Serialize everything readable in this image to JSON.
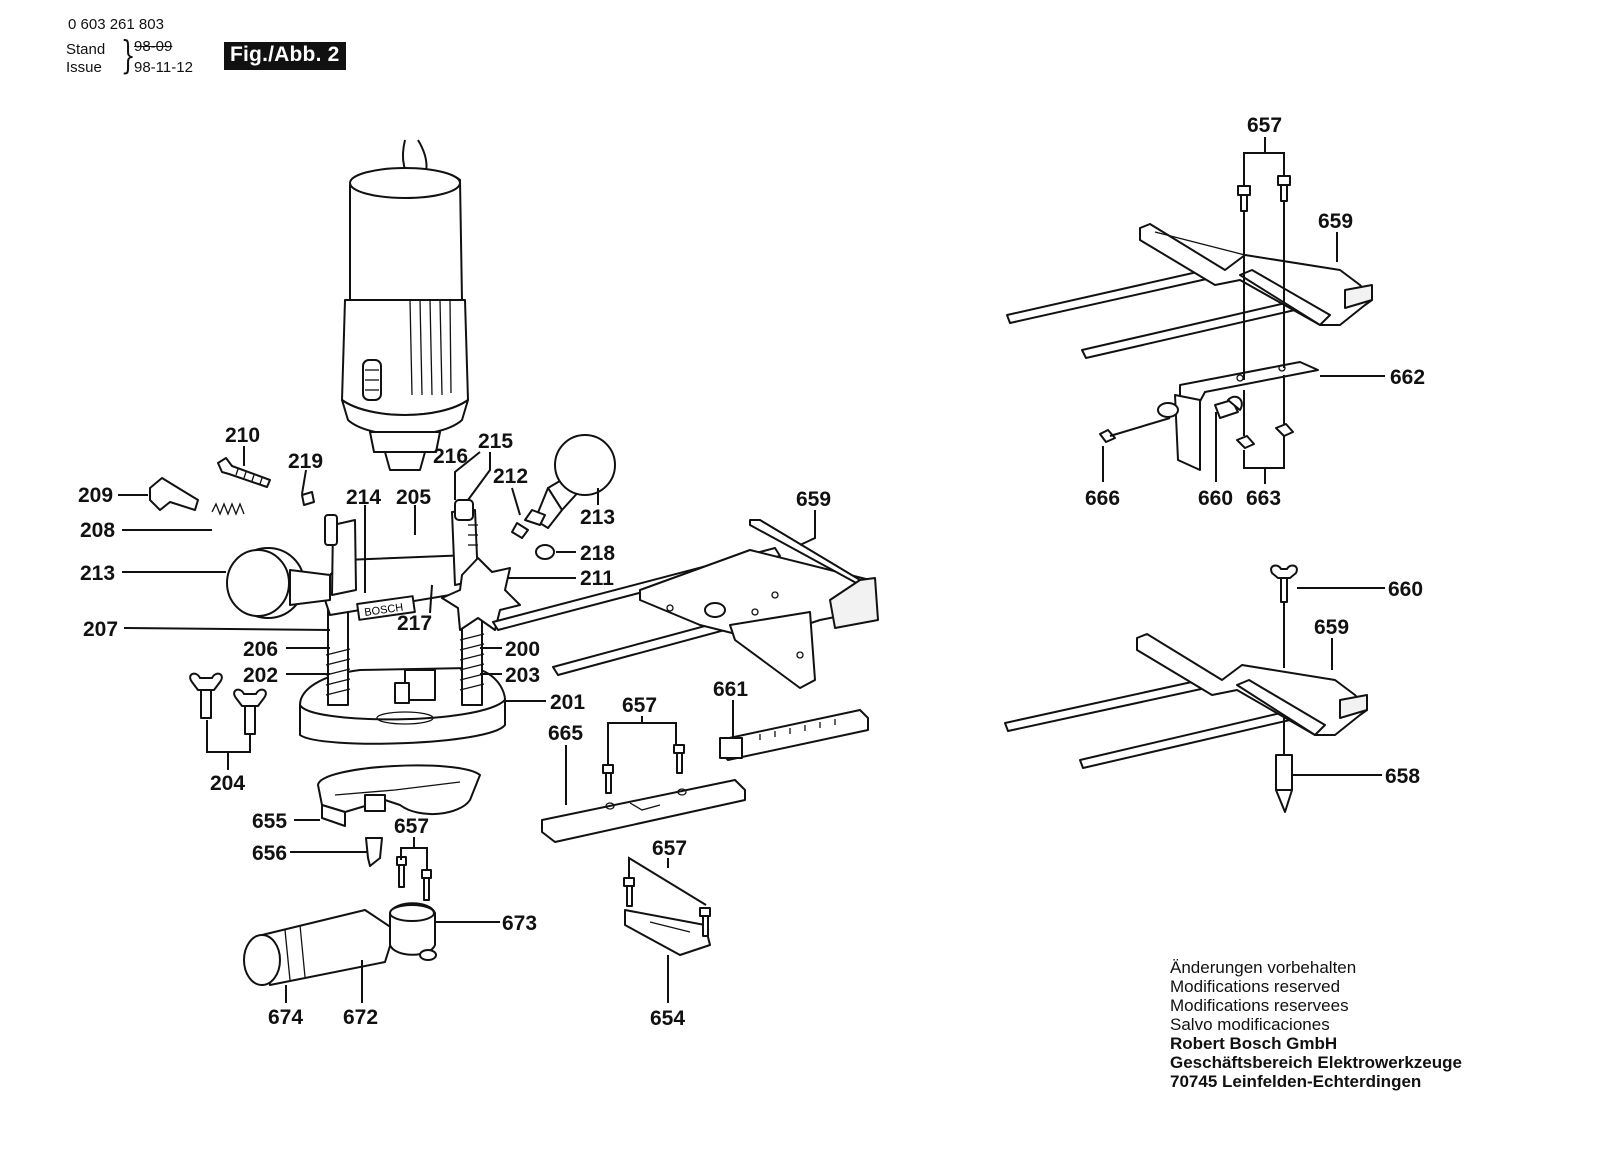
{
  "header": {
    "doc_number": "0 603 261 803",
    "stand_label": "Stand",
    "stand_date": "98-09",
    "issue_label": "Issue",
    "issue_date": "98-11-12",
    "figure_badge": "Fig./Abb. 2"
  },
  "callouts": {
    "c210": "210",
    "c219": "219",
    "c216": "216",
    "c215": "215",
    "c212": "212",
    "c209": "209",
    "c214": "214",
    "c205": "205",
    "c213a": "213",
    "c208": "208",
    "c218": "218",
    "c213b": "213",
    "c211": "211",
    "c217": "217",
    "c207": "207",
    "c206": "206",
    "c200": "200",
    "c202": "202",
    "c203": "203",
    "c201": "201",
    "c204": "204",
    "c655": "655",
    "c657a": "657",
    "c656": "656",
    "c673": "673",
    "c674": "674",
    "c672": "672",
    "c659a": "659",
    "c661": "661",
    "c657b": "657",
    "c665": "665",
    "c657c": "657",
    "c654": "654",
    "c657d": "657",
    "c659b": "659",
    "c662": "662",
    "c666": "666",
    "c660a": "660",
    "c663": "663",
    "c660b": "660",
    "c659c": "659",
    "c658": "658"
  },
  "footer": {
    "line1": "Änderungen vorbehalten",
    "line2": "Modifications reserved",
    "line3": "Modifications reservees",
    "line4": "Salvo modificaciones",
    "company": "Robert Bosch GmbH",
    "division": "Geschäftsbereich Elektrowerkzeuge",
    "address": "70745 Leinfelden-Echterdingen"
  },
  "brand_plate": "BOSCH"
}
